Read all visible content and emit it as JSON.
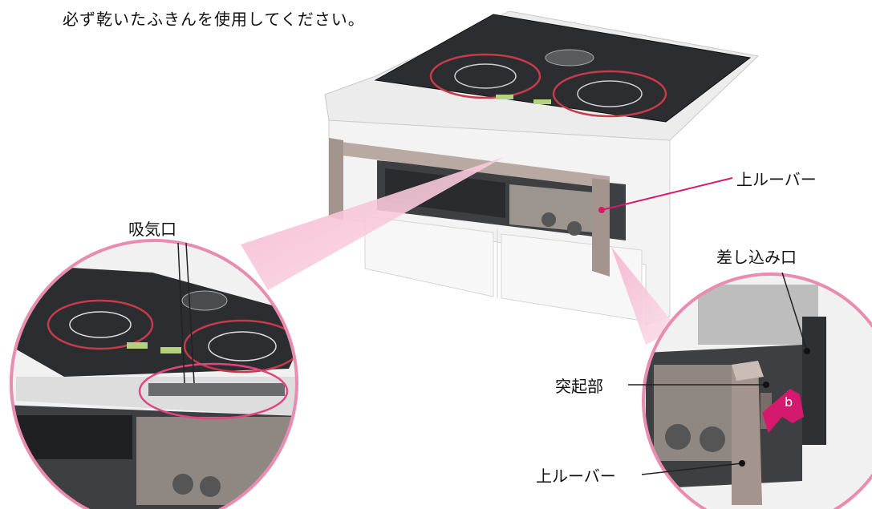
{
  "instruction": "必ず乾いたふきんを使用してください。",
  "labels": {
    "upper_louver_top": "上ルーバー",
    "air_intake": "吸気口",
    "insertion_slot": "差し込み口",
    "protrusion": "突起部",
    "upper_louver_bottom": "上ルーバー",
    "arrow_b": "b"
  },
  "colors": {
    "accent_pink": "#d4196e",
    "zoom_pink": "#f2a2c3",
    "zoom_fill": "#f7c6d8",
    "circle_stroke": "#e88db0",
    "cooktop_glass": "#2c2d30",
    "burner_ring": "#c63a4a",
    "louver": "#a3948d",
    "cabinet": "#f3f3f3"
  }
}
